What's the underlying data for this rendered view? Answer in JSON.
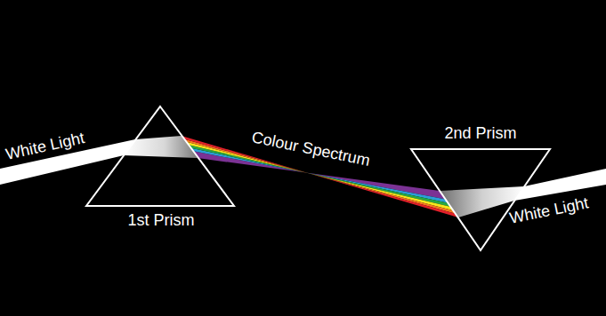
{
  "diagram": {
    "nodes": [
      {
        "text": [
          "1st Prism"
        ]
      },
      {
        "text": [
          "2nd Prism"
        ]
      }
    ],
    "labels": [
      "White Light",
      "Colour Spectrum",
      "White Light"
    ]
  }
}
